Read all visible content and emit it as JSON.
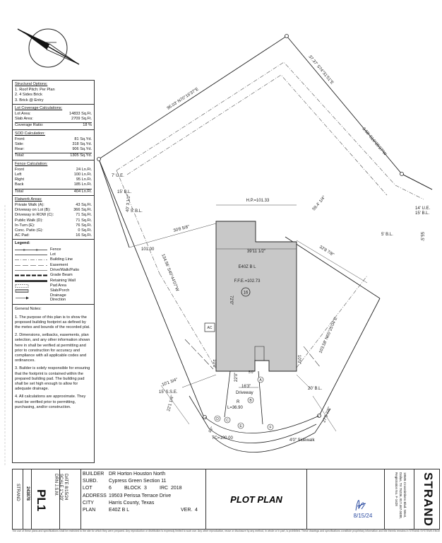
{
  "plot": {
    "boundary_calls": {
      "north": "96.03' N70°16'37\"E",
      "northeast_top": "37.37' S74°31'51\"E",
      "northeast_mid": "3.58' S16°25'27\"W",
      "east": "59.4' 1/4\"",
      "southeast": "103.58' N65°25'04\"E",
      "west": "134.56' S40°44'07\"W",
      "ne_corner_call": "55.5'"
    },
    "dims": {
      "west_setback": "15' B.L.",
      "west_setback2": "5' B.L.",
      "ue_west": "7' U.E.",
      "west_dim": "40' 3 1/2\"",
      "front_left_dim": "30'8 5/8\"",
      "left_elev": "101.00",
      "hp": "H.P.=101.33",
      "house_width": "39'11 1/2\"",
      "house_depth": "72'0\"",
      "right_dim": "32'8 7/8\"",
      "ue_east": "14' U.E.",
      "be_east": "15' B.L.",
      "be_east2": "5' B.L.",
      "front_gap_left": "10'0\"",
      "front_gap_right": "10'0\"",
      "front_left_long": "10'1 3/4\"",
      "sse": "15' S.S.E.",
      "drive_w": "16'3\"",
      "drive_d": "22'0\"",
      "drive_small": "5'0\"",
      "driveway": "Driveway",
      "front_bl": "20' B.L.",
      "curve_r": "R",
      "curve_l": "L=36.90",
      "left_curve": "22'1 1/4\"",
      "right_curve": "27'5 7/8\"",
      "sidewalk": "4'0\" Sidewalk",
      "tc": "TC=100.00",
      "small_dim": "8'2\""
    },
    "house": {
      "plan": "E40Z B L",
      "ffe": "F.F.E.=102.73",
      "lot_num": "16",
      "ac": "AC"
    },
    "callouts": [
      "A",
      "B",
      "C",
      "D",
      "E",
      "F"
    ]
  },
  "panel": {
    "structural": {
      "title": "Structural Options:",
      "items": [
        "1. Roof Pitch: Per Plan",
        "2. 4 Sides Brick",
        "3. Brick @ Entry"
      ]
    },
    "coverage": {
      "title": "Lot Coverage Calculations:",
      "rows": [
        {
          "label": "Lot Area:",
          "value": "14833 Sq.Ft."
        },
        {
          "label": "Slab Area:",
          "value": "2709 Sq.Ft."
        },
        {
          "label": "Coverage Ratio:",
          "value": "18 %"
        }
      ]
    },
    "sod": {
      "title": "SOD Calculation:",
      "rows": [
        {
          "label": "Front:",
          "value": "81 Sq.Yd."
        },
        {
          "label": "Side:",
          "value": "318 Sq.Yd."
        },
        {
          "label": "Rear:",
          "value": "906 Sq.Yd."
        }
      ],
      "total": {
        "label": "Total:",
        "value": "1305 Sq.Yd."
      }
    },
    "fence": {
      "title": "Fence Calculation:",
      "rows": [
        {
          "label": "Front",
          "value": "24 Ln.Ft."
        },
        {
          "label": "Left",
          "value": "100 Ln.Ft."
        },
        {
          "label": "Right",
          "value": "95 Ln.Ft."
        },
        {
          "label": "Back",
          "value": "185 Ln.Ft."
        }
      ],
      "total": {
        "label": "Total",
        "value": "404 Ln.Ft."
      }
    },
    "flatwork": {
      "title": "Flatwork Areas:",
      "rows": [
        {
          "label": "Private Walk (A):",
          "value": "43 Sq.Ft."
        },
        {
          "label": "Driveway on Lot (B):",
          "value": "366 Sq.Ft."
        },
        {
          "label": "Driveway in ROW (C):",
          "value": "71 Sq.Ft."
        },
        {
          "label": "Public Walk (D):",
          "value": "71 Sq.Ft."
        },
        {
          "label": "In-Turn (E):",
          "value": "76 Sq.Ft."
        },
        {
          "label": "Conc. Patio (G):",
          "value": "0 Sq.Ft."
        },
        {
          "label": "AC Pad:",
          "value": "16 Sq.Ft."
        }
      ]
    },
    "legend": {
      "title": "Legend:",
      "items": [
        "Fence",
        "Lot",
        "Building Line",
        "Easement",
        "Drive/Walk/Patio",
        "Grade Beam",
        "Retaining Wall",
        "Pad Area",
        "Slab/Porch",
        "Drainage Direction"
      ]
    },
    "notes": {
      "title": "General Notes:",
      "items": [
        "1. The purpose of this plan is to show the proposed building footprint as defined by the metes and bounds of the recorded plat.",
        "2. Dimensions, setbacks, easements, plan selection, and any other information shown here in shall be verified at permitting and prior to construction for accuracy and compliance with all applicable codes and ordinances.",
        "3. Builder is solely responsible for ensuring that the footprint is contained within the prepared building pad. The building pad shall be set high enough to allow for adequate drainage.",
        "4. All calculations are approximate. They must be verified prior to permitting, purchasing, and/or construction."
      ]
    }
  },
  "titleblock": {
    "drawn_by_label": "STRAND",
    "job_number": "243878",
    "sheet": "PL1",
    "date_label": "DATE",
    "date": "8/15/24",
    "scale_label": "SCALE",
    "scale": "1\"=20'",
    "drn_label": "DRN",
    "drn": "J.S.M.",
    "builder_label": "BUILDER",
    "builder": "DR Horton Houston North",
    "subd_label": "SUBD.",
    "subd": "Cypress Green Section 11",
    "lot_label": "LOT",
    "lot": "6",
    "block_label": "BLOCK",
    "block": "3",
    "irc_label": "IRC",
    "irc": "2018",
    "address_label": "ADDRESS",
    "address": "19503 Perissa Terrace Drive",
    "city_label": "CITY",
    "city": "Harris County, Texas",
    "plan_label": "PLAN",
    "plan": "E40Z B L",
    "ver_label": "VER.",
    "ver": "4",
    "title": "PLOT PLAN",
    "sign_date": "8/15/24",
    "company_address": "18505 Crosstimbers Blvd. West, Dallas, TX 75236, 817.467.0488, Registration No. F-1628",
    "company": "STRAND"
  },
  "footer": "The use of these plans and specifications shall be restricted to the site for which they were prepared. Any reproduction or distribution is expressly limited to such use. Any other reproduction, reuse or disclosure by any method, in whole or in part, is prohibited. These drawings and specifications constitute proprietary information and title thereto remains in STRAND SYSTEMS ENGINEERING INC.",
  "colors": {
    "line": "#222222",
    "slab": "#c8c8c8",
    "stamp": "#2a4aa0"
  }
}
